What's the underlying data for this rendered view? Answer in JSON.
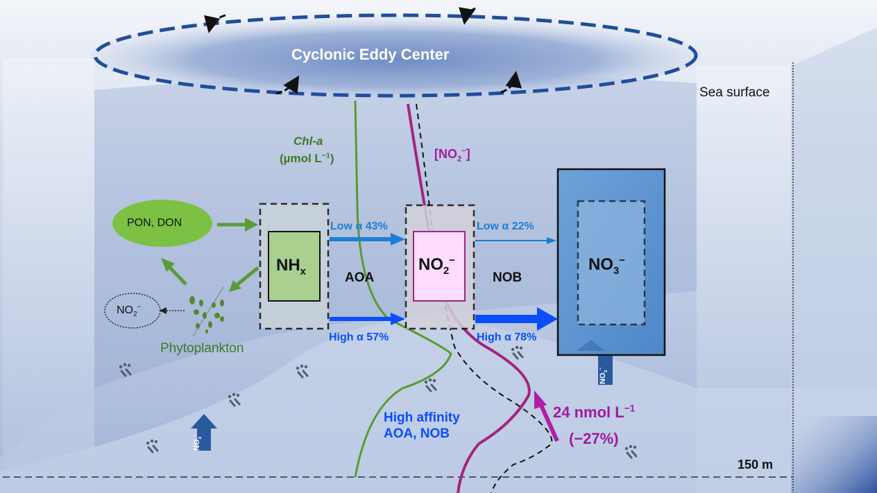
{
  "eddy": {
    "title": "Cyclonic Eddy Center"
  },
  "labels": {
    "sea_surface": "Sea surface",
    "depth": "150 m",
    "chla_name": "Chl-a",
    "chla_unit_pre": "(µmol L",
    "chla_unit_sup": "−1",
    "chla_unit_post": ")",
    "no2_profile_pre": "[NO",
    "no2_profile_sub": "2",
    "no2_profile_sup": "−",
    "no2_profile_post": "]",
    "phytoplankton": "Phytoplankton",
    "aoa": "AOA",
    "nob": "NOB",
    "high_affinity_line1": "High affinity",
    "high_affinity_line2": "AOA, NOB",
    "nmol_value": "24 nmol L",
    "nmol_sup": "−1",
    "nmol_change": "(−27%)"
  },
  "nodes": {
    "pon_don": "PON, DON",
    "nhx_main": "NH",
    "nhx_sub": "x",
    "no2_main": "NO",
    "no2_sub": "2",
    "no2_sup": "−",
    "no3_main": "NO",
    "no3_sub": "3",
    "no3_sup": "−",
    "no2_side_main": "NO",
    "no2_side_sub": "2",
    "no2_side_sup": "−",
    "no3_arrow_main": "NO",
    "no3_arrow_sub": "3",
    "no3_arrow_sup": "−"
  },
  "fluxes": {
    "aoa_low": "Low α 43%",
    "aoa_high": "High α 57%",
    "nob_low": "Low α 22%",
    "nob_high": "High α 78%"
  },
  "colors": {
    "eddy_dash": "#1f4e9c",
    "chla_line": "#5a9a2e",
    "no2_line": "#a3247f",
    "low_alpha_blue": "#1a7fd4",
    "high_alpha_blue": "#0a4dff",
    "green_text": "#3e7a22",
    "magenta_text": "#a21a9e"
  }
}
